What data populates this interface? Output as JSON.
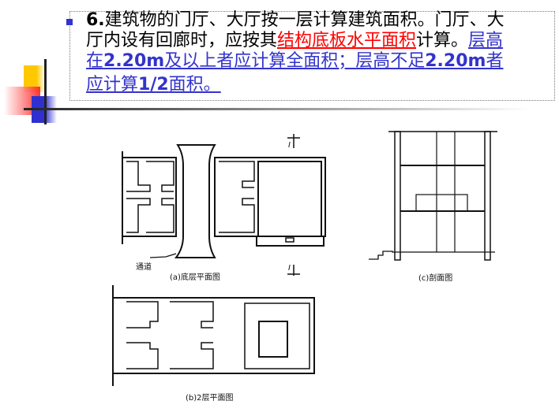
{
  "text": {
    "lines": [
      [
        {
          "t": "6.",
          "c": "black",
          "b": true
        },
        {
          "t": "建筑物的门厅、大厅按一层计算建筑面积。门厅、大",
          "c": "black"
        }
      ],
      [
        {
          "t": "厅内设有回廊时，应按其",
          "c": "black"
        },
        {
          "t": "结构底板水平面积",
          "c": "red"
        },
        {
          "t": "计算。",
          "c": "black"
        },
        {
          "t": "层高",
          "c": "blue"
        }
      ],
      [
        {
          "t": "在",
          "c": "blue"
        },
        {
          "t": "2.20m",
          "c": "blue",
          "b": true
        },
        {
          "t": "及以上者应计算全面积；层高不足",
          "c": "blue"
        },
        {
          "t": "2.20m",
          "c": "blue",
          "b": true
        },
        {
          "t": "者",
          "c": "blue"
        }
      ],
      [
        {
          "t": "应计算",
          "c": "blue"
        },
        {
          "t": "1/2",
          "c": "blue",
          "b": true
        },
        {
          "t": "面积。",
          "c": "blue"
        }
      ]
    ]
  },
  "figures": {
    "a_passage_label": "通道",
    "a_caption": "(a)底层平面图",
    "section_mark": "I",
    "b_caption": "(b)2层平面图",
    "c_caption": "(c)剖面图"
  },
  "colors": {
    "black": "#000000",
    "red": "#ff0000",
    "blue": "#3333cc"
  }
}
